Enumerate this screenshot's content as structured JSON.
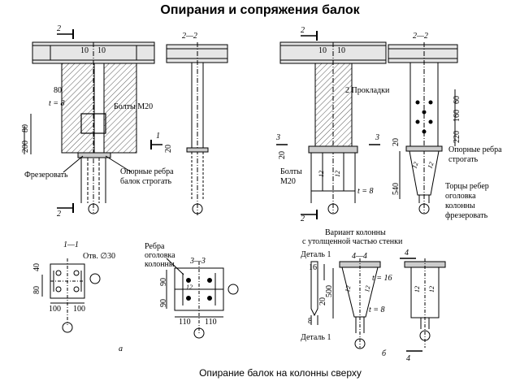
{
  "page": {
    "title": "Опирания и сопряжения балок",
    "caption": "Опирание балок на колонны сверху"
  },
  "left_top": {
    "section_mark": "2",
    "section_title": "2—2",
    "dim_10a": "10",
    "dim_10b": "10",
    "dim_80": "80",
    "t_label": "t = 8",
    "bolts": "Болты М20",
    "side_dim_80": "80",
    "side_dim_200": "200",
    "side_dim_20": "20",
    "mark_1": "1",
    "mill_label": "Фрезеровать",
    "ribs_label_1": "Опорные ребра",
    "ribs_label_2": "балок строгать",
    "mark_2_bottom": "2"
  },
  "right_top": {
    "section_mark": "2",
    "section_title": "2—2",
    "dim_10a": "10",
    "dim_10b": "10",
    "pads": "2 Прокладки",
    "mark_3": "3",
    "dim_20": "20",
    "bolts_1": "Болты",
    "bolts_2": "М20",
    "rib_12": "12",
    "t_label": "t = 8",
    "mark_2_bottom": "2",
    "dim_540": "540",
    "dim_20b": "20",
    "dim_60": "60",
    "dim_160": "160",
    "dim_220": "220",
    "ribs_1": "Опорные ребра",
    "ribs_2": "строгать",
    "ends_1": "Торцы ребер",
    "ends_2": "оголовка",
    "ends_3": "колонны",
    "ends_4": "фрезеровать",
    "variant_1": "Вариант колонны",
    "variant_2": "с утолщенной частью стенки"
  },
  "section_1": {
    "title": "1—1",
    "hole": "Отв. ∅30",
    "dim_40": "40",
    "dim_80": "80",
    "dim_100a": "100",
    "dim_100b": "100"
  },
  "section_3": {
    "note_1": "Ребра",
    "note_2": "оголовка",
    "note_3": "колонны",
    "title": "3—3",
    "dim_90a": "90",
    "dim_90b": "90",
    "dim_110a": "110",
    "dim_110b": "110",
    "rib_12": "12"
  },
  "detail": {
    "label_top": "Деталь 1",
    "label_bottom": "Деталь 1",
    "dim_16": "16",
    "dim_20": "20",
    "dim_8": "8"
  },
  "section_4": {
    "title": "4—4",
    "mark_4": "4",
    "mark_4b": "4",
    "dim_500": "500",
    "t16": "t = 16",
    "t8": "t = 8",
    "rib_12": "12"
  },
  "letters": {
    "a": "а",
    "b": "б"
  }
}
